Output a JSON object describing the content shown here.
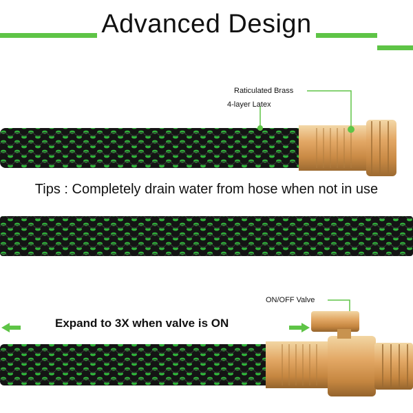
{
  "title": "Advanced Design",
  "labels": {
    "brass": "Raticulated Brass",
    "latex": "4-layer Latex",
    "valve": "ON/OFF Valve"
  },
  "tips": "Tips : Completely drain water from hose when not in use",
  "expand": "Expand to 3X when valve is ON",
  "colors": {
    "accent_green": "#5ec446",
    "hose_black": "#141414",
    "hose_green": "#2fb43a",
    "brass": "#d9a35a"
  },
  "icons": [
    "arrow-left-icon",
    "arrow-right-icon"
  ]
}
